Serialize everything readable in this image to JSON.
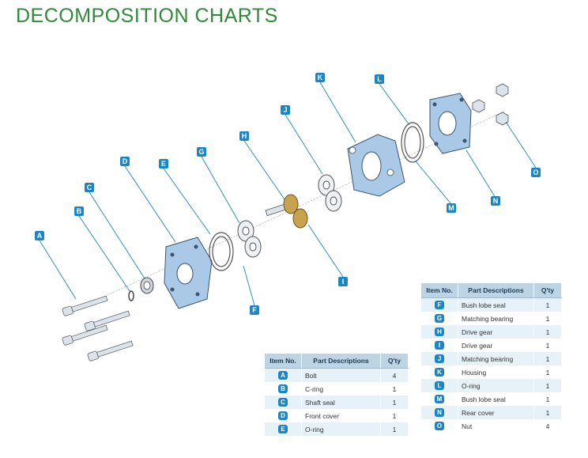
{
  "title": "DECOMPOSITION CHARTS",
  "callout_color": "#1a86c6",
  "title_color": "#2f8a3a",
  "callouts": [
    "A",
    "B",
    "C",
    "D",
    "E",
    "F",
    "G",
    "H",
    "I",
    "J",
    "K",
    "L",
    "M",
    "N",
    "O"
  ],
  "table_headers": {
    "item": "Item No.",
    "desc": "Part Descriptions",
    "qty": "Q'ty"
  },
  "parts_table_1": [
    {
      "id": "A",
      "desc": "Bolt",
      "qty": "4"
    },
    {
      "id": "B",
      "desc": "C-ring",
      "qty": "1"
    },
    {
      "id": "C",
      "desc": "Shaft seal",
      "qty": "1"
    },
    {
      "id": "D",
      "desc": "Front cover",
      "qty": "1"
    },
    {
      "id": "E",
      "desc": "O-ring",
      "qty": "1"
    }
  ],
  "parts_table_2": [
    {
      "id": "F",
      "desc": "Bush lobe seal",
      "qty": "1"
    },
    {
      "id": "G",
      "desc": "Matching bearing",
      "qty": "1"
    },
    {
      "id": "H",
      "desc": "Drive gear",
      "qty": "1"
    },
    {
      "id": "I",
      "desc": "Drive gear",
      "qty": "1"
    },
    {
      "id": "J",
      "desc": "Matching bearing",
      "qty": "1"
    },
    {
      "id": "K",
      "desc": "Housing",
      "qty": "1"
    },
    {
      "id": "L",
      "desc": "O-ring",
      "qty": "1"
    },
    {
      "id": "M",
      "desc": "Bush lobe seal",
      "qty": "1"
    },
    {
      "id": "N",
      "desc": "Rear cover",
      "qty": "1"
    },
    {
      "id": "O",
      "desc": "Nut",
      "qty": "4"
    }
  ]
}
